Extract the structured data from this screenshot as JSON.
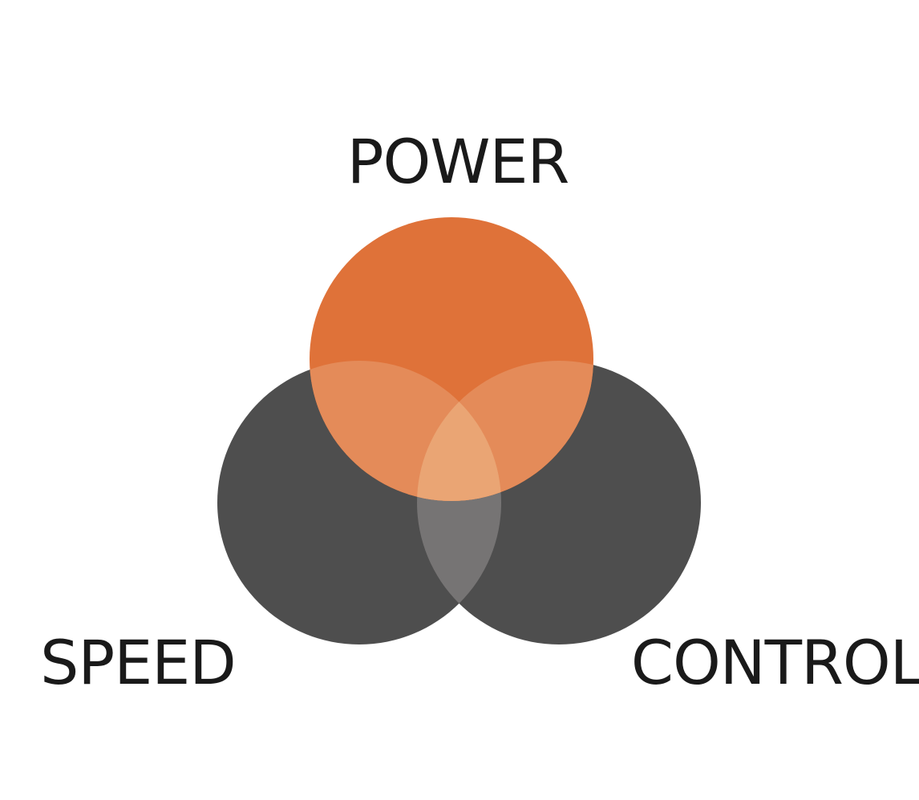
{
  "diagram": {
    "type": "venn",
    "sets": [
      {
        "id": "power",
        "label": "POWER",
        "color": "#df7239"
      },
      {
        "id": "speed",
        "label": "SPEED",
        "color": "#4e4e4e"
      },
      {
        "id": "control",
        "label": "CONTROL",
        "color": "#4e4e4e"
      }
    ],
    "overlap_colors": {
      "power_speed": "#e48b59",
      "power_control": "#e48b59",
      "speed_control": "#767474",
      "all_three": "#eaa574"
    }
  }
}
